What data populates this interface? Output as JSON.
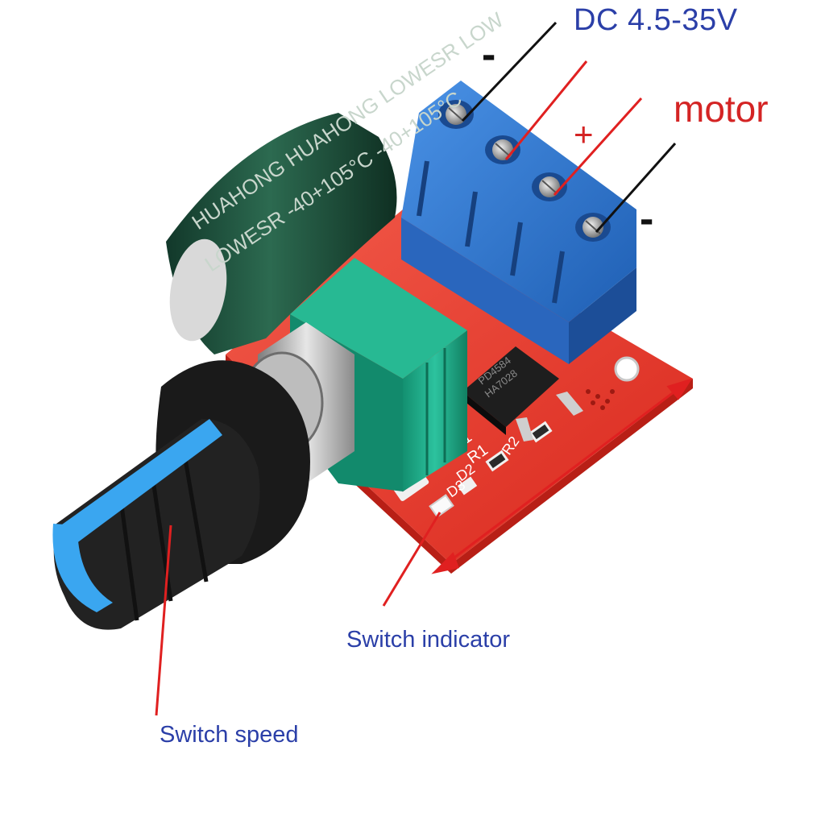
{
  "labels": {
    "voltage": "DC 4.5-35V",
    "motor": "motor",
    "power_minus": "-",
    "power_plus": "+",
    "motor_minus": "-",
    "switch_indicator": "Switch indicator",
    "switch_speed": "Switch speed"
  },
  "component_text": {
    "capacitor_line_1": "HUAHONG HUAHONG LOWESR LOW",
    "capacitor_line_2": "LOWESR -40+105°C -40+105°C",
    "chip_line_1": "PD4584",
    "chip_line_2": "HA7028",
    "silk_d1": "D1",
    "silk_r1": "R1",
    "silk_r2": "R2",
    "silk_d2": "D2",
    "silk_d3": "D3"
  },
  "colors": {
    "label_blue": "#2b3fa8",
    "label_red": "#d42424",
    "label_black": "#111111",
    "leader_red": "#e02020",
    "leader_black": "#111111",
    "pcb_red": "#e8352a",
    "terminal_blue": "#2f78d0",
    "pot_green": "#1fa083",
    "capacitor_green": "#1d4d3a",
    "knob_black": "#1c1c1c",
    "knob_stripe": "#3aa6f0"
  },
  "icons": {
    "capacitor": "electrolytic-capacitor-icon",
    "terminal_block": "screw-terminal-icon",
    "potentiometer": "potentiometer-icon",
    "knob": "knob-icon",
    "mosfet": "mosfet-chip-icon",
    "led": "led-icon"
  }
}
